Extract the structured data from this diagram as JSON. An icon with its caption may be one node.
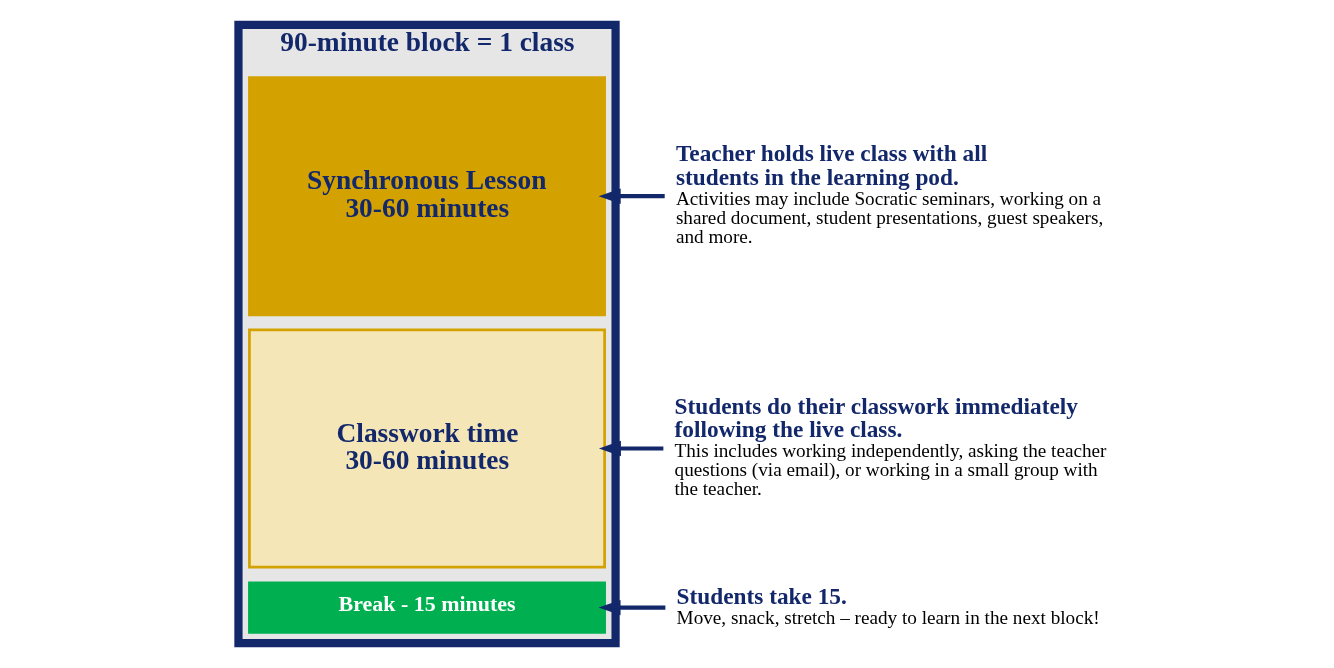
{
  "diagram": {
    "nodes": [
      {
        "text": [
          "90-minute block = 1 class"
        ]
      },
      {
        "text": [
          "Synchronous Lesson",
          "30-60 minutes"
        ],
        "in": 0
      },
      {
        "text": [
          "Classwork time",
          "30-60 minutes"
        ],
        "in": 0
      },
      {
        "text": [
          "Break - 15 minutes"
        ],
        "in": 0
      },
      {
        "text": [
          "Teacher holds live class with all students in the learning pod.",
          "Activities may include Socratic seminars, working on a shared document, student presentations, guest speakers, and more."
        ]
      },
      {
        "text": [
          "Students do their classwork immediately following the live class.",
          "This includes working independently, asking the teacher questions (via email), or working in a small group with the teacher."
        ]
      },
      {
        "text": [
          "Students take 15.",
          "Move, snack, stretch – ready to learn in the next block!"
        ]
      }
    ],
    "edges": [
      {
        "from": 4,
        "to": 1,
        "arrow": "to"
      },
      {
        "from": 5,
        "to": 2,
        "arrow": "to"
      },
      {
        "from": 6,
        "to": 3,
        "arrow": "to"
      }
    ]
  }
}
